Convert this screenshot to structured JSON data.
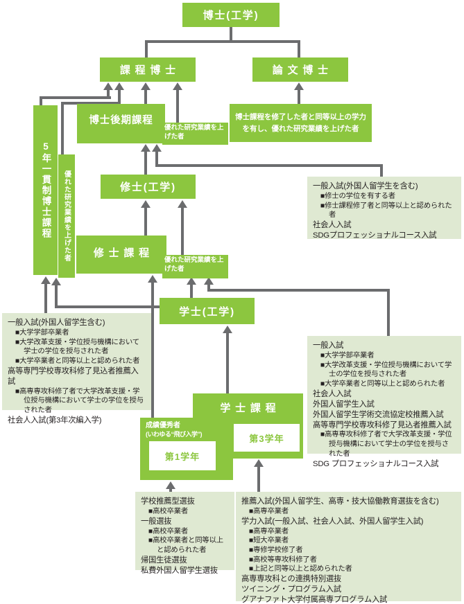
{
  "nodes": {
    "doctor_eng": "博士(工学)",
    "course_doctor": "課程博士",
    "thesis_doctor": "論文博士",
    "doctoral_later_course": "博士後期課程",
    "five_year_program": "5年一貫制博士課程",
    "excellent_research_strip": "優れた研究業績を上げた者",
    "excellent_research_label_doctor": "優れた研究業績を上げた者",
    "thesis_doctor_qualification": "博士課程を修了した者と同等以上の学力を有し、優れた研究業績を上げた者",
    "master_eng": "修士(工学)",
    "master_course": "修士課程",
    "excellent_research_label_master": "優れた研究業績を上げた者",
    "bachelor_eng": "学士(工学)",
    "bachelor_course": "学士課程",
    "honors_title": "成績優秀者",
    "honors_subtitle": "(いわゆる“飛び入学”)",
    "year1": "第1学年",
    "year3": "第3学年"
  },
  "admission_blocks": {
    "master_entrance": [
      {
        "t": "h",
        "text": "一般入試(外国人留学生を含む)"
      },
      {
        "t": "b",
        "text": "■修士の学位を有する者"
      },
      {
        "t": "b",
        "text": "■修士課程修了者と同等以上と認められた者"
      },
      {
        "t": "h",
        "text": "社会人入試"
      },
      {
        "t": "h",
        "text": "SDGプロフェッショナルコース入試"
      }
    ],
    "left_transfer": [
      {
        "t": "h",
        "text": "一般入試(外国人留学生含む)"
      },
      {
        "t": "b",
        "text": "■大学学部卒業者"
      },
      {
        "t": "b",
        "text": "■大学改革支援・学位授与機構において学士の学位を授与された者"
      },
      {
        "t": "b",
        "text": "■大学卒業者と同等以上と認められた者"
      },
      {
        "t": "h",
        "text": "高等専門学校専攻科修了見込者推薦入試"
      },
      {
        "t": "b",
        "text": "■高専専攻科修了者で大学改革支援・学位授与機構において学士の学位を授与された者"
      },
      {
        "t": "h",
        "text": "社会人入試(第3年次編入学)"
      }
    ],
    "right_bachelor": [
      {
        "t": "h",
        "text": "一般入試"
      },
      {
        "t": "b",
        "text": "■大学学部卒業者"
      },
      {
        "t": "b",
        "text": "■大学改革支援・学位授与機構において学士の学位を授与された者"
      },
      {
        "t": "b",
        "text": "■大学卒業者と同等以上と認められた者"
      },
      {
        "t": "h",
        "text": "社会人入試"
      },
      {
        "t": "h",
        "text": "外国人留学生入試"
      },
      {
        "t": "h",
        "text": "外国人留学生学術交流協定校推薦入試"
      },
      {
        "t": "h",
        "text": "高等専門学校専攻科修了見込者推薦入試"
      },
      {
        "t": "b",
        "text": "■高専専攻科修了者で大学改革支援・学位授与機構において学士の学位を授与された者"
      },
      {
        "t": "h",
        "text": "SDG プロフェッショナルコース入試"
      }
    ],
    "first_year_entrance": [
      {
        "t": "h",
        "text": "学校推薦型選抜"
      },
      {
        "t": "b",
        "text": "■高校卒業者"
      },
      {
        "t": "h",
        "text": "一般選抜"
      },
      {
        "t": "b",
        "text": "■高校卒業者"
      },
      {
        "t": "b",
        "text": "■高校卒業者と同等以上と認められた者"
      },
      {
        "t": "h",
        "text": "帰国生徒選抜"
      },
      {
        "t": "h",
        "text": "私費外国人留学生選抜"
      }
    ],
    "third_year_entrance": [
      {
        "t": "h",
        "text": "推薦入試(外国人留学生、高専・技大協働教育選抜を含む)"
      },
      {
        "t": "b",
        "text": "■高専卒業者"
      },
      {
        "t": "h",
        "text": "学力入試(一般入試、社会人入試、外国人留学生入試)"
      },
      {
        "t": "b",
        "text": "■高専卒業者"
      },
      {
        "t": "b",
        "text": "■短大卒業者"
      },
      {
        "t": "b",
        "text": "■専修学校修了者"
      },
      {
        "t": "b",
        "text": "■高校等専攻科修了者"
      },
      {
        "t": "b",
        "text": "■上記と同等以上と認められた者"
      },
      {
        "t": "h",
        "text": "高専専攻科との連携特別選抜"
      },
      {
        "t": "h",
        "text": "ツイニング・プログラム入試"
      },
      {
        "t": "h",
        "text": "グアナファト大学付属高専プログラム入試"
      }
    ]
  },
  "colors": {
    "box_green": "#8cc63f",
    "connector_gray": "#6b6c6e",
    "block_background": "#dfe9d2",
    "block_text": "#231f20",
    "box_text": "#ffffff"
  }
}
